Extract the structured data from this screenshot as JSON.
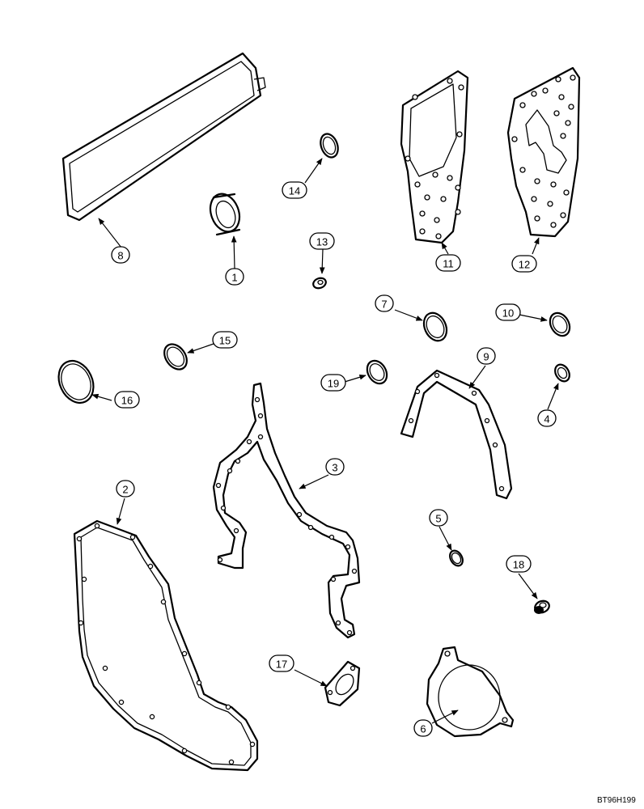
{
  "figure_code": "BT96H199",
  "callouts": [
    {
      "id": "1",
      "label": "1"
    },
    {
      "id": "2",
      "label": "2"
    },
    {
      "id": "3",
      "label": "3"
    },
    {
      "id": "4",
      "label": "4"
    },
    {
      "id": "5",
      "label": "5"
    },
    {
      "id": "6",
      "label": "6"
    },
    {
      "id": "7",
      "label": "7"
    },
    {
      "id": "8",
      "label": "8"
    },
    {
      "id": "9",
      "label": "9"
    },
    {
      "id": "10",
      "label": "10"
    },
    {
      "id": "11",
      "label": "11"
    },
    {
      "id": "12",
      "label": "12"
    },
    {
      "id": "13",
      "label": "13"
    },
    {
      "id": "14",
      "label": "14"
    },
    {
      "id": "15",
      "label": "15"
    },
    {
      "id": "16",
      "label": "16"
    },
    {
      "id": "17",
      "label": "17"
    },
    {
      "id": "18",
      "label": "18"
    },
    {
      "id": "19",
      "label": "19"
    }
  ]
}
